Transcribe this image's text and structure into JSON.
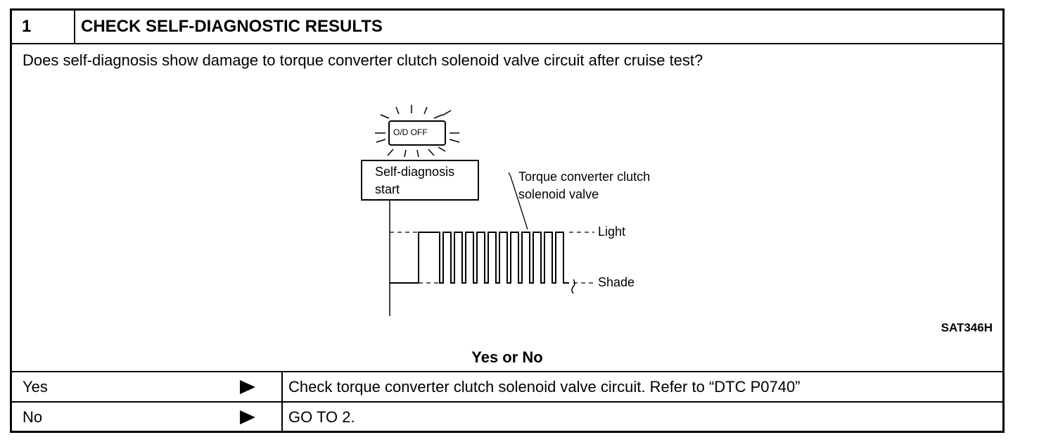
{
  "header": {
    "step_number": "1",
    "title": "CHECK SELF-DIAGNOSTIC RESULTS"
  },
  "question": "Does self-diagnosis show damage to torque converter clutch solenoid valve circuit after cruise test?",
  "figure": {
    "lamp_label": "O/D OFF",
    "start_box_line1": "Self-diagnosis",
    "start_box_line2": "start",
    "signal_label_line1": "Torque converter clutch",
    "signal_label_line2": "solenoid valve",
    "level_high": "Light",
    "level_low": "Shade",
    "figure_id": "SAT346H"
  },
  "decision_heading": "Yes or No",
  "rows": [
    {
      "answer": "Yes",
      "action": "Check torque converter clutch solenoid valve circuit. Refer to “DTC P0740”"
    },
    {
      "answer": "No",
      "action": "GO TO 2."
    }
  ]
}
